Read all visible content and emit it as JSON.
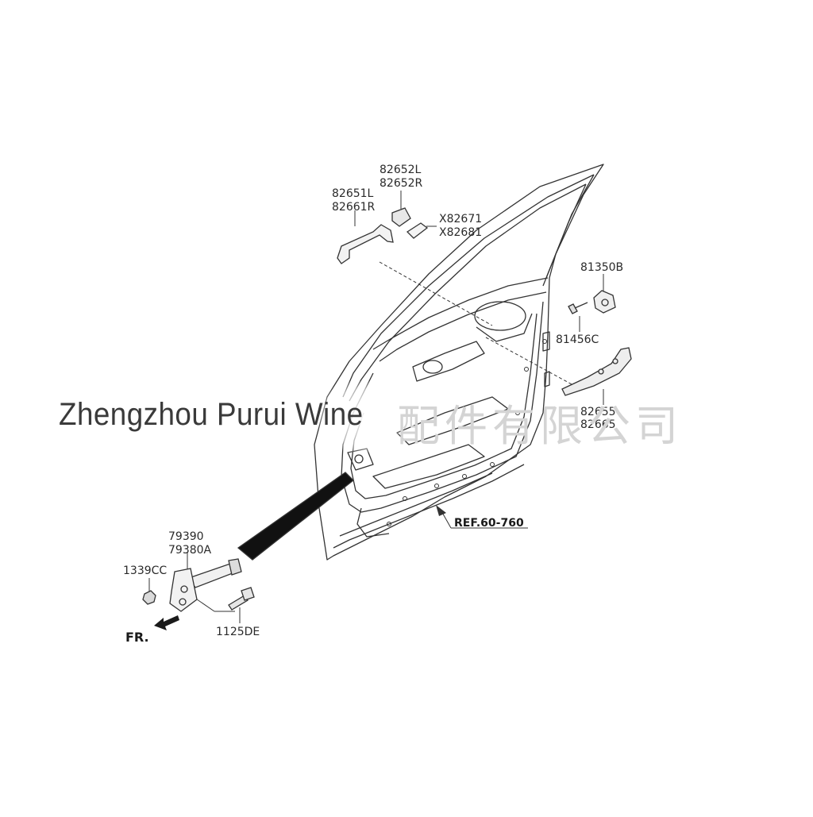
{
  "diagram": {
    "labels": {
      "handle_outer": [
        "82651L",
        "82661R"
      ],
      "handle_cap": [
        "82652L",
        "82652R"
      ],
      "gasket": [
        "X82671",
        "X82681"
      ],
      "striker": "81350B",
      "screw": "81456C",
      "bracket": [
        "82655",
        "82665"
      ],
      "checker": [
        "79390",
        "79380A"
      ],
      "nut": "1339CC",
      "bolt": "1125DE",
      "ref": "REF.60-760",
      "front": "FR."
    },
    "watermark": {
      "latin": "Zhengzhou Purui Wine",
      "cjk": "配件有限公司"
    }
  }
}
